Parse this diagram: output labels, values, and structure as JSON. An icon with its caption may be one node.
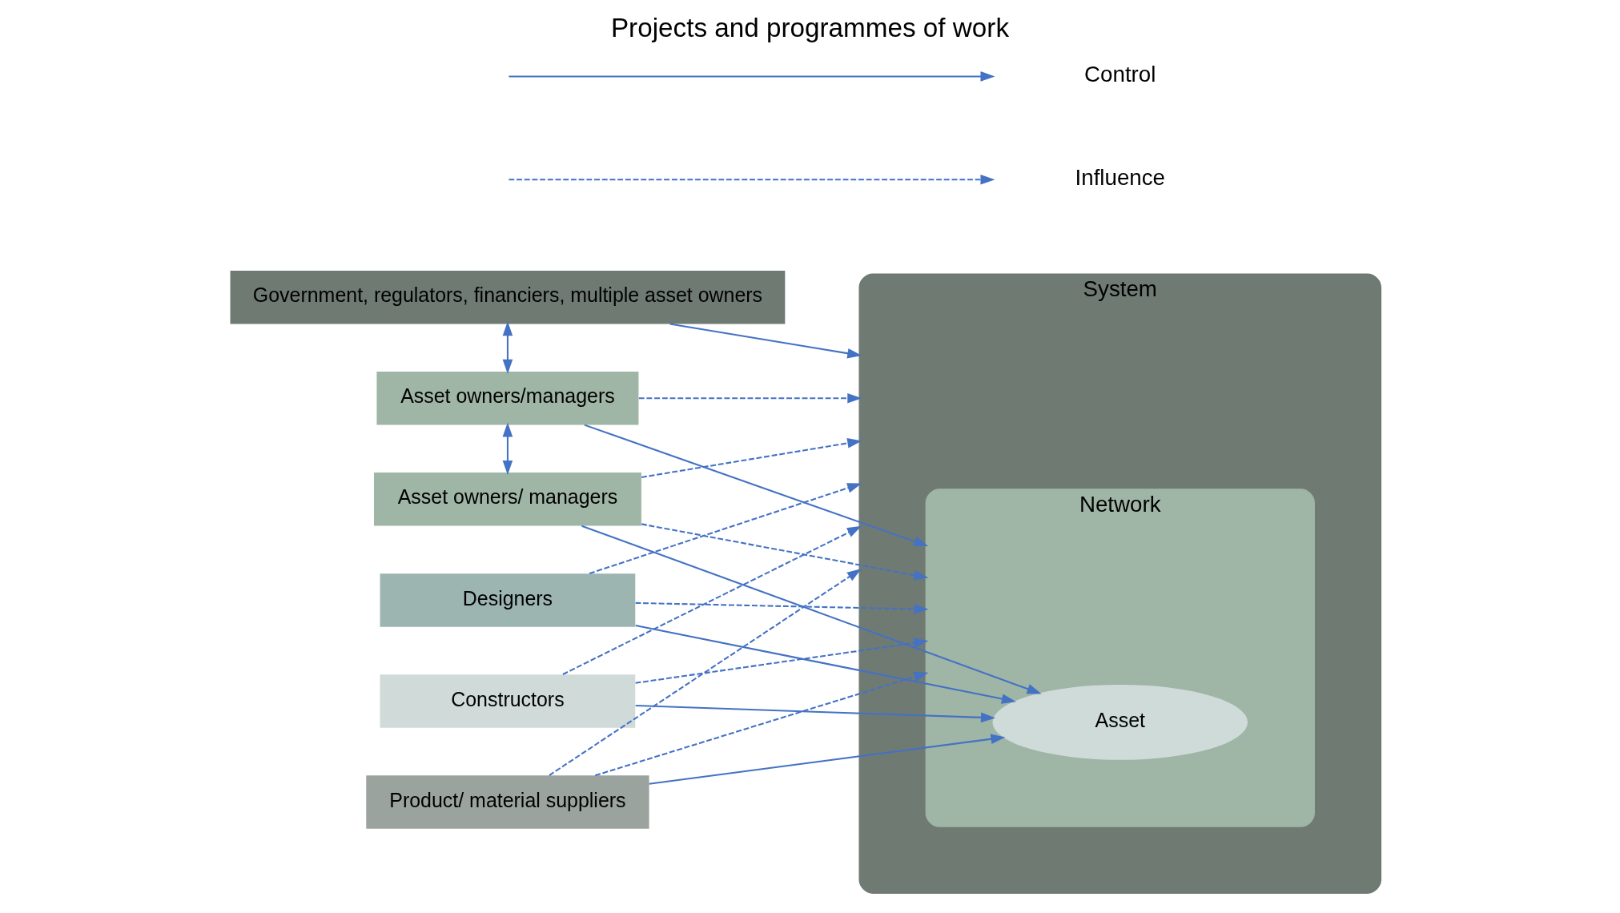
{
  "diagram": {
    "title": "Projects and programmes of work",
    "nodes": [
      {
        "text": [
          "Government, regulators, financiers, multiple asset owners"
        ]
      },
      {
        "text": [
          "Asset owners/managers"
        ]
      },
      {
        "text": [
          "Asset owners/ managers"
        ]
      },
      {
        "text": [
          "Designers"
        ]
      },
      {
        "text": [
          "Constructors"
        ]
      },
      {
        "text": [
          "Product/ material suppliers"
        ]
      },
      {
        "text": [
          "System"
        ]
      },
      {
        "text": [
          "Network"
        ],
        "in": 6
      },
      {
        "text": [
          "Asset"
        ],
        "in": 7
      }
    ],
    "edges": [
      {
        "from": 0,
        "to": 1,
        "arrow": "both"
      },
      {
        "from": 1,
        "to": 2,
        "arrow": "both"
      },
      {
        "from": 0,
        "to": 6,
        "arrow": "to"
      },
      {
        "from": 1,
        "to": 6,
        "arrow": "to",
        "style": "dashed"
      },
      {
        "from": 2,
        "to": 6,
        "arrow": "to",
        "style": "dashed"
      },
      {
        "from": 3,
        "to": 6,
        "arrow": "to",
        "style": "dashed"
      },
      {
        "from": 4,
        "to": 6,
        "arrow": "to",
        "style": "dashed"
      },
      {
        "from": 5,
        "to": 6,
        "arrow": "to",
        "style": "dashed"
      },
      {
        "from": 1,
        "to": 7,
        "arrow": "to"
      },
      {
        "from": 2,
        "to": 7,
        "arrow": "to",
        "style": "dashed"
      },
      {
        "from": 3,
        "to": 7,
        "arrow": "to",
        "style": "dashed"
      },
      {
        "from": 4,
        "to": 7,
        "arrow": "to",
        "style": "dashed"
      },
      {
        "from": 5,
        "to": 7,
        "arrow": "to",
        "style": "dashed"
      },
      {
        "from": 2,
        "to": 8,
        "arrow": "to"
      },
      {
        "from": 3,
        "to": 8,
        "arrow": "to"
      },
      {
        "from": 4,
        "to": 8,
        "arrow": "to"
      },
      {
        "from": 5,
        "to": 8,
        "arrow": "to"
      }
    ],
    "legend": [
      {
        "text": "Control"
      },
      {
        "text": "Influence"
      }
    ]
  }
}
